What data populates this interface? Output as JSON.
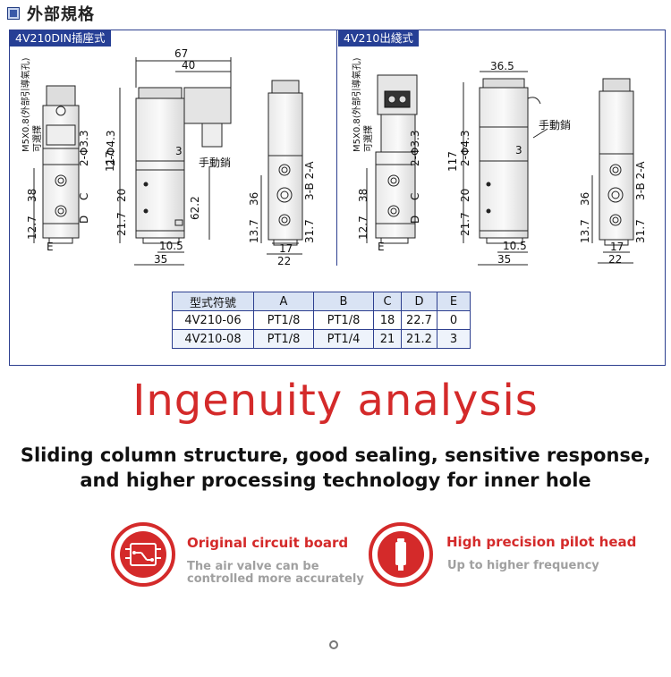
{
  "header": {
    "title": "外部規格"
  },
  "panels": {
    "left": {
      "tag": "4V210DIN插座式",
      "dims": {
        "d67": "67",
        "d40": "40",
        "d117": "117",
        "phi43": "2-Φ4.3",
        "phi33": "2-Φ3.3",
        "d38": "38",
        "d127": "12.7",
        "d217": "21.7",
        "d20": "20",
        "d622": "62.2",
        "d3": "3",
        "manual": "手動銷",
        "d105": "10.5",
        "d35": "35",
        "d36": "36",
        "d137": "13.7",
        "d317": "31.7",
        "d17": "17",
        "d22": "22",
        "port_b2a": "3-B 2-A",
        "m5": "M5X0.8(外部引導氣孔)",
        "selectable": "可選擇",
        "lC": "C",
        "lD": "D",
        "lE": "E"
      }
    },
    "right": {
      "tag": "4V210出綫式",
      "dims": {
        "d365": "36.5",
        "d117": "117",
        "phi43": "2-Φ4.3",
        "phi33": "2-Φ3.3",
        "d38": "38",
        "d127": "12.7",
        "d217": "21.7",
        "d20": "20",
        "d3": "3",
        "manual": "手動銷",
        "d105": "10.5",
        "d35": "35",
        "d36": "36",
        "d137": "13.7",
        "d317": "31.7",
        "d17": "17",
        "d22": "22",
        "port_b2a": "3-B 2-A",
        "m5": "M5X0.8(外部引導氣孔)",
        "selectable": "可選擇",
        "lC": "C",
        "lD": "D",
        "lE": "E"
      }
    }
  },
  "table": {
    "headers": [
      "型式符號",
      "A",
      "B",
      "C",
      "D",
      "E"
    ],
    "rows": [
      [
        "4V210-06",
        "PT1/8",
        "PT1/8",
        "18",
        "22.7",
        "0"
      ],
      [
        "4V210-08",
        "PT1/8",
        "PT1/4",
        "21",
        "21.2",
        "3"
      ]
    ]
  },
  "headline": "Ingenuity analysis",
  "subline1": "Sliding column structure, good sealing, sensitive response,",
  "subline2": "and higher processing technology for inner hole",
  "features": [
    {
      "icon": "circuit-board-icon",
      "title": "Original circuit board",
      "desc1": "The air valve can be",
      "desc2": "controlled more accurately"
    },
    {
      "icon": "pilot-head-icon",
      "title": "High precision pilot head",
      "desc1": "Up to higher frequency"
    }
  ],
  "colors": {
    "accent": "#d42a2a",
    "frame": "#2d3f8f",
    "tag_bg": "#263f95"
  }
}
